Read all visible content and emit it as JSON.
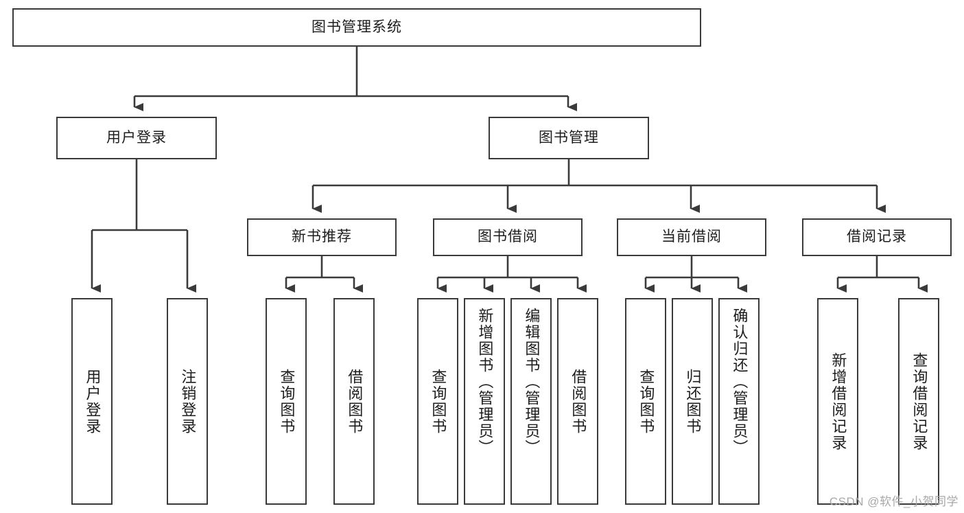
{
  "diagram": {
    "title": "图书管理系统",
    "type": "hierarchy-tree",
    "background_color": "#ffffff",
    "line_color": "#3a3a3a",
    "text_color": "#1d1d1d",
    "root": {
      "label": "图书管理系统"
    },
    "level2": [
      {
        "label": "用户登录"
      },
      {
        "label": "图书管理"
      }
    ],
    "level3": [
      {
        "label": "新书推荐"
      },
      {
        "label": "图书借阅"
      },
      {
        "label": "当前借阅"
      },
      {
        "label": "借阅记录"
      }
    ],
    "leaves": {
      "user_login": [
        {
          "label": "用户登录"
        },
        {
          "label": "注销登录"
        }
      ],
      "new_book_recommend": [
        {
          "label": "查询图书"
        },
        {
          "label": "借阅图书"
        }
      ],
      "book_borrow": [
        {
          "label": "查询图书"
        },
        {
          "label": "新增图书（管理员）"
        },
        {
          "label": "编辑图书（管理员）"
        },
        {
          "label": "借阅图书"
        }
      ],
      "current_borrow": [
        {
          "label": "查询图书"
        },
        {
          "label": "归还图书"
        },
        {
          "label": "确认归还（管理员）"
        }
      ],
      "borrow_records": [
        {
          "label": "新增借阅记录"
        },
        {
          "label": "查询借阅记录"
        }
      ]
    }
  },
  "watermark": {
    "text": "CSDN @软件_小贺同学"
  }
}
